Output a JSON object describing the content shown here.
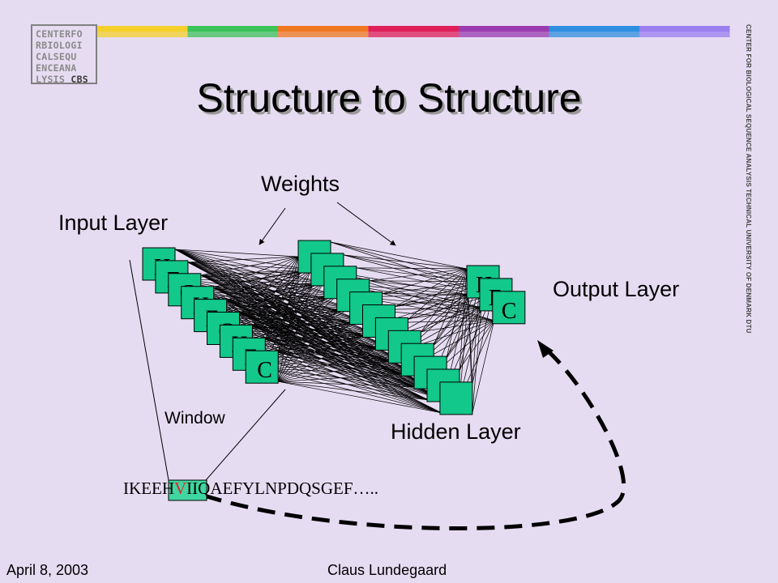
{
  "logo": {
    "rows": [
      "CENTERFO",
      "RBIOLOGI",
      "CALSEQU",
      "ENCEANA",
      "LYSIS"
    ],
    "cbs": "CBS"
  },
  "side_text": "CENTER FOR BIOLOGICAL SEQUENCE ANALYSIS TECHNICAL UNIVERSITY OF DENMARK DTU",
  "title": "Structure to Structure",
  "labels": {
    "weights": "Weights",
    "input_layer": "Input Layer",
    "output_layer": "Output Layer",
    "hidden_layer": "Hidden Layer",
    "window": "Window"
  },
  "input_letters": [
    "H",
    "E",
    "C",
    "H",
    "E",
    "C",
    "H",
    "E",
    "C"
  ],
  "output_letters": [
    "H",
    "E",
    "C"
  ],
  "sequence": {
    "prefix": "IKEE",
    "h": "H",
    "v": "V",
    "i": "I",
    "suffix": "IQAEFYLNPDQSGEF….."
  },
  "footer": {
    "date": "April 8, 2003",
    "author": "Claus Lundegaard"
  },
  "colors": {
    "background": "#e6dcf2",
    "node_fill": "#12c88a",
    "stripe": [
      "#f5d02a",
      "#3cc35a",
      "#f07820",
      "#e01e5a",
      "#9b3bb0",
      "#2e8fe0",
      "#9a7ff0"
    ]
  }
}
